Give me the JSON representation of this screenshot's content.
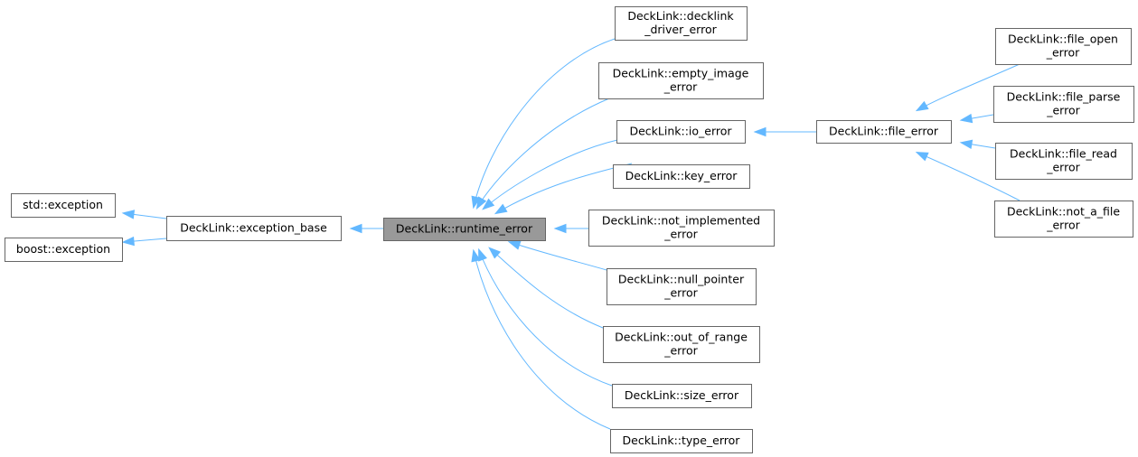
{
  "diagram": {
    "type": "class-inheritance-graph",
    "nodes": [
      {
        "id": "std_exception",
        "lines": [
          "std::exception"
        ]
      },
      {
        "id": "boost_exception",
        "lines": [
          "boost::exception"
        ]
      },
      {
        "id": "exception_base",
        "lines": [
          "DeckLink::exception_base"
        ]
      },
      {
        "id": "runtime_error",
        "lines": [
          "DeckLink::runtime_error"
        ],
        "highlight": true
      },
      {
        "id": "decklink_driver_error",
        "lines": [
          "DeckLink::decklink",
          "_driver_error"
        ]
      },
      {
        "id": "empty_image_error",
        "lines": [
          "DeckLink::empty_image",
          "_error"
        ]
      },
      {
        "id": "io_error",
        "lines": [
          "DeckLink::io_error"
        ]
      },
      {
        "id": "key_error",
        "lines": [
          "DeckLink::key_error"
        ]
      },
      {
        "id": "not_implemented_error",
        "lines": [
          "DeckLink::not_implemented",
          "_error"
        ]
      },
      {
        "id": "null_pointer_error",
        "lines": [
          "DeckLink::null_pointer",
          "_error"
        ]
      },
      {
        "id": "out_of_range_error",
        "lines": [
          "DeckLink::out_of_range",
          "_error"
        ]
      },
      {
        "id": "size_error",
        "lines": [
          "DeckLink::size_error"
        ]
      },
      {
        "id": "type_error",
        "lines": [
          "DeckLink::type_error"
        ]
      },
      {
        "id": "file_error",
        "lines": [
          "DeckLink::file_error"
        ]
      },
      {
        "id": "file_open_error",
        "lines": [
          "DeckLink::file_open",
          "_error"
        ]
      },
      {
        "id": "file_parse_error",
        "lines": [
          "DeckLink::file_parse",
          "_error"
        ]
      },
      {
        "id": "file_read_error",
        "lines": [
          "DeckLink::file_read",
          "_error"
        ]
      },
      {
        "id": "not_a_file_error",
        "lines": [
          "DeckLink::not_a_file",
          "_error"
        ]
      }
    ],
    "edges": [
      {
        "base": "std_exception",
        "derived": "exception_base"
      },
      {
        "base": "boost_exception",
        "derived": "exception_base"
      },
      {
        "base": "exception_base",
        "derived": "runtime_error"
      },
      {
        "base": "runtime_error",
        "derived": "decklink_driver_error"
      },
      {
        "base": "runtime_error",
        "derived": "empty_image_error"
      },
      {
        "base": "runtime_error",
        "derived": "io_error"
      },
      {
        "base": "runtime_error",
        "derived": "key_error"
      },
      {
        "base": "runtime_error",
        "derived": "not_implemented_error"
      },
      {
        "base": "runtime_error",
        "derived": "null_pointer_error"
      },
      {
        "base": "runtime_error",
        "derived": "out_of_range_error"
      },
      {
        "base": "runtime_error",
        "derived": "size_error"
      },
      {
        "base": "runtime_error",
        "derived": "type_error"
      },
      {
        "base": "io_error",
        "derived": "file_error"
      },
      {
        "base": "file_error",
        "derived": "file_open_error"
      },
      {
        "base": "file_error",
        "derived": "file_parse_error"
      },
      {
        "base": "file_error",
        "derived": "file_read_error"
      },
      {
        "base": "file_error",
        "derived": "not_a_file_error"
      }
    ],
    "colors": {
      "edge": "#63b8ff",
      "node_border": "#666666",
      "highlight_fill": "#999999",
      "text": "#000000"
    }
  }
}
